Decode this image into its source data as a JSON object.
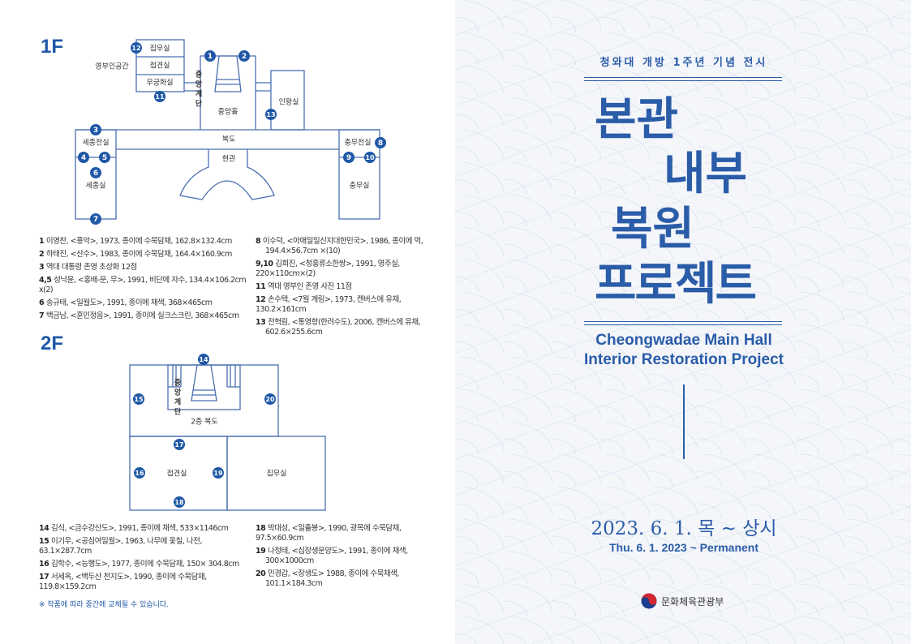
{
  "floor1": {
    "label": "1F",
    "rooms": {
      "jipmu": "집무실",
      "jeopgyeon": "접견실",
      "mugunghwa": "무궁화실",
      "first_lady": "영부인공간",
      "stairs": [
        "중",
        "앙",
        "계",
        "단"
      ],
      "hall": "중앙홀",
      "inwang": "인왕실",
      "corridor": "복도",
      "sejong_ante": "세종전실",
      "sejong": "세종실",
      "entrance": "현관",
      "chungmu_ante": "충무전실",
      "chungmu": "충무실"
    },
    "captions_left": [
      {
        "n": "1",
        "t": "이영찬, <풍악>, 1973, 종이에 수묵담채, 162.8×132.4cm"
      },
      {
        "n": "2",
        "t": "하태진, <산수>, 1983, 종이에 수묵담채, 164.4×160.9cm"
      },
      {
        "n": "3",
        "t": "역대 대통령 존영 초상화 12점"
      },
      {
        "n": "4,5",
        "t": "성낙윤, <홍배-문, 무>, 1991, 비단에 자수, 134.4×106.2cm x(2)"
      },
      {
        "n": "6",
        "t": "송규태, <일월도>, 1991, 종이에 채색, 368×465cm"
      },
      {
        "n": "7",
        "t": "백금남, <훈민정음>, 1991, 종이에 실크스크린, 368×465cm"
      }
    ],
    "captions_right": [
      {
        "n": "8",
        "t": "이수덕, <아애일일신지대한민국>, 1986, 종이에 먹,",
        "t2": "194.4×56.7cm ×(10)"
      },
      {
        "n": "9,10",
        "t": "김희진, <청홍류소한쌍>, 1991, 명주실, 220×110cm×(2)"
      },
      {
        "n": "11",
        "t": "역대 영부인 존영 사진 11점"
      },
      {
        "n": "12",
        "t": "손수택, <7월 계림>, 1973, 캔버스에 유채, 130.2×161cm"
      },
      {
        "n": "13",
        "t": "전혁림, <통영항(한려수도), 2006, 캔버스에 유채,",
        "t2": "602.6×255.6cm"
      }
    ]
  },
  "floor2": {
    "label": "2F",
    "rooms": {
      "stairs": [
        "중",
        "앙",
        "계",
        "단"
      ],
      "corridor": "2층 복도",
      "jeopgyeon": "접견실",
      "jipmu": "집무실"
    },
    "captions_left": [
      {
        "n": "14",
        "t": "김식, <금수강산도>, 1991, 종이에 채색, 533×1146cm"
      },
      {
        "n": "15",
        "t": "이기우, <공심여일월>, 1963, 나무에 옻칠, 나전, 63.1×287.7cm"
      },
      {
        "n": "16",
        "t": "김학수, <능행도>, 1977, 종이에 수묵담채, 150× 304.8cm"
      },
      {
        "n": "17",
        "t": "서세옥, <백두산 천지도>, 1990, 종이에 수묵담채, 119.8×159.2cm"
      }
    ],
    "captions_right": [
      {
        "n": "18",
        "t": "박대성, <일출봉>, 1990, 광목에 수묵담채, 97.5×60.9cm"
      },
      {
        "n": "19",
        "t": "나정태, <십장생문양도>, 1991, 종이에 채색,",
        "t2": "300×1000cm"
      },
      {
        "n": "20",
        "t": "민경갑, <장생도> 1988, 종이에 수묵채색,",
        "t2": "101.1×184.3cm"
      }
    ]
  },
  "note": "※ 작품에 따라 중간에 교체될 수 있습니다.",
  "cover": {
    "subtitle": "청와대 개방 1주년 기념 전시",
    "title_lines": [
      "본관",
      "내부",
      "복원",
      "프로젝트"
    ],
    "en_title_1": "Cheongwadae Main Hall",
    "en_title_2": "Interior Restoration Project",
    "date_ko": "2023. 6. 1. 목 ~ 상시",
    "date_en": "Thu. 6. 1. 2023 ~ Permanent",
    "ministry": "문화체육관광부"
  },
  "colors": {
    "accent": "#1f58a6",
    "plan_line": "#4a6fb0"
  }
}
